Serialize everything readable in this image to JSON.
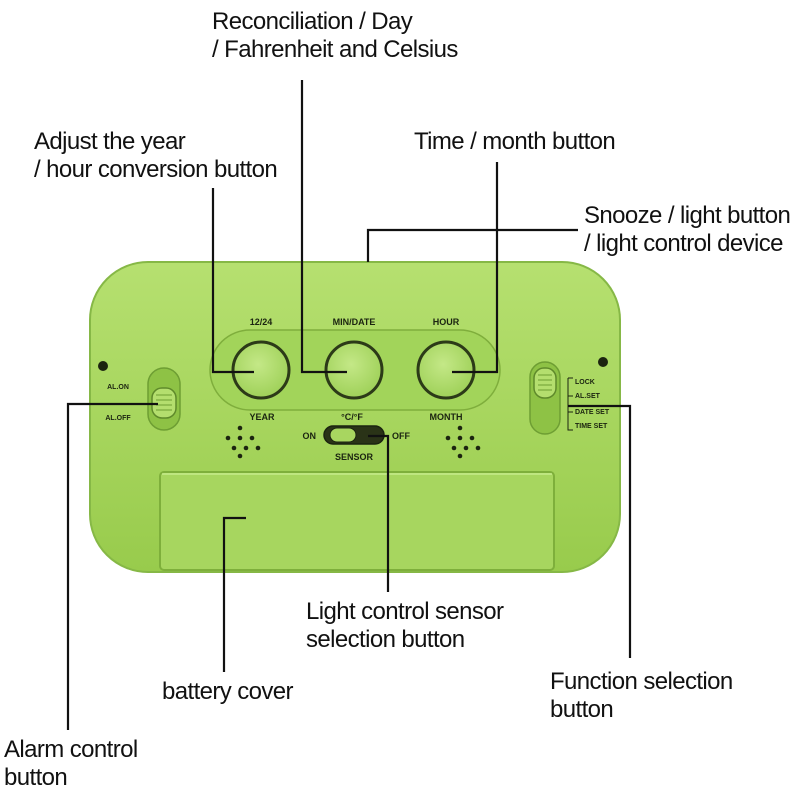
{
  "callouts": {
    "reconciliation": {
      "line1": "Reconciliation / Day",
      "line2": "/ Fahrenheit and Celsius"
    },
    "adjust_year": {
      "line1": "Adjust the year",
      "line2": "/ hour conversion button"
    },
    "time_month": {
      "line1": "Time / month button"
    },
    "snooze": {
      "line1": "Snooze / light button",
      "line2": "/ light control device"
    },
    "light_sensor": {
      "line1": "Light control sensor",
      "line2": "selection button"
    },
    "battery": {
      "line1": "battery cover"
    },
    "function_select": {
      "line1": "Function selection",
      "line2": "button"
    },
    "alarm_control": {
      "line1": "Alarm control",
      "line2": "button"
    }
  },
  "device": {
    "button_top_labels": [
      "12/24",
      "MIN/DATE",
      "HOUR"
    ],
    "button_bottom_labels": [
      "YEAR",
      "MONTH"
    ],
    "sensor_top_label": "°C/°F",
    "sensor_on": "ON",
    "sensor_off": "OFF",
    "sensor_label": "SENSOR",
    "alarm_on": "AL.ON",
    "alarm_off": "AL.OFF",
    "right_switch_labels": [
      "LOCK",
      "AL.SET",
      "DATE SET",
      "TIME SET"
    ]
  },
  "colors": {
    "body_green": "#a6d65a",
    "body_dark": "#7fb23a",
    "button_green": "#b7e06c",
    "lines": "#111111"
  }
}
